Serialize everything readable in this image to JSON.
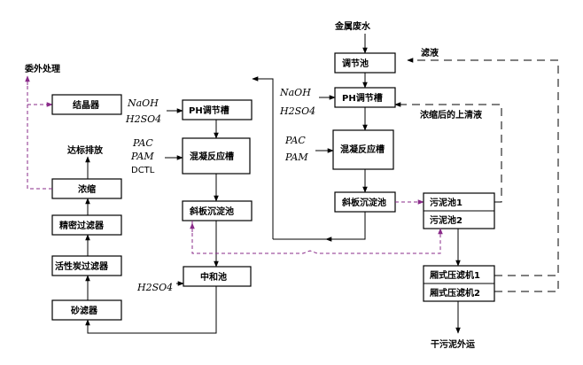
{
  "nodes": {
    "metal_wastewater": "金属废水",
    "adjust_tank_1": "调节池",
    "filtrate": "滤液",
    "ph_adjust_1": "PH调节槽",
    "concentrate_supernatant": "浓缩后的上清液",
    "coag_tank_1": "混凝反应槽",
    "incline_settler_1": "斜板沉淀池",
    "sludge_tank_1": "污泥池1",
    "sludge_tank_2": "污泥池2",
    "filter_press_1": "厢式压滤机1",
    "filter_press_2": "厢式压滤机2",
    "dry_sludge": "干污泥外运",
    "ph_adjust_2": "PH调节槽",
    "coag_tank_2": "混凝反应槽",
    "incline_settler_2": "斜板沉淀池",
    "neutral_tank": "中和池",
    "sand_filter": "砂滤器",
    "carbon_filter": "活性炭过滤器",
    "precision_filter": "精密过滤器",
    "concentrate": "浓缩",
    "discharge": "达标排放",
    "crystallizer": "结晶器",
    "external": "委外处理"
  },
  "chemicals": {
    "naoh_1": "NaOH",
    "h2so4_1": "H2SO4",
    "pac_1": "PAC",
    "pam_1": "PAM",
    "naoh_2": "NaOH",
    "h2so4_2": "H2SO4",
    "pac_2": "PAC",
    "pam_2": "PAM",
    "dctl": "DCTL",
    "h2so4_3": "H2SO4"
  }
}
